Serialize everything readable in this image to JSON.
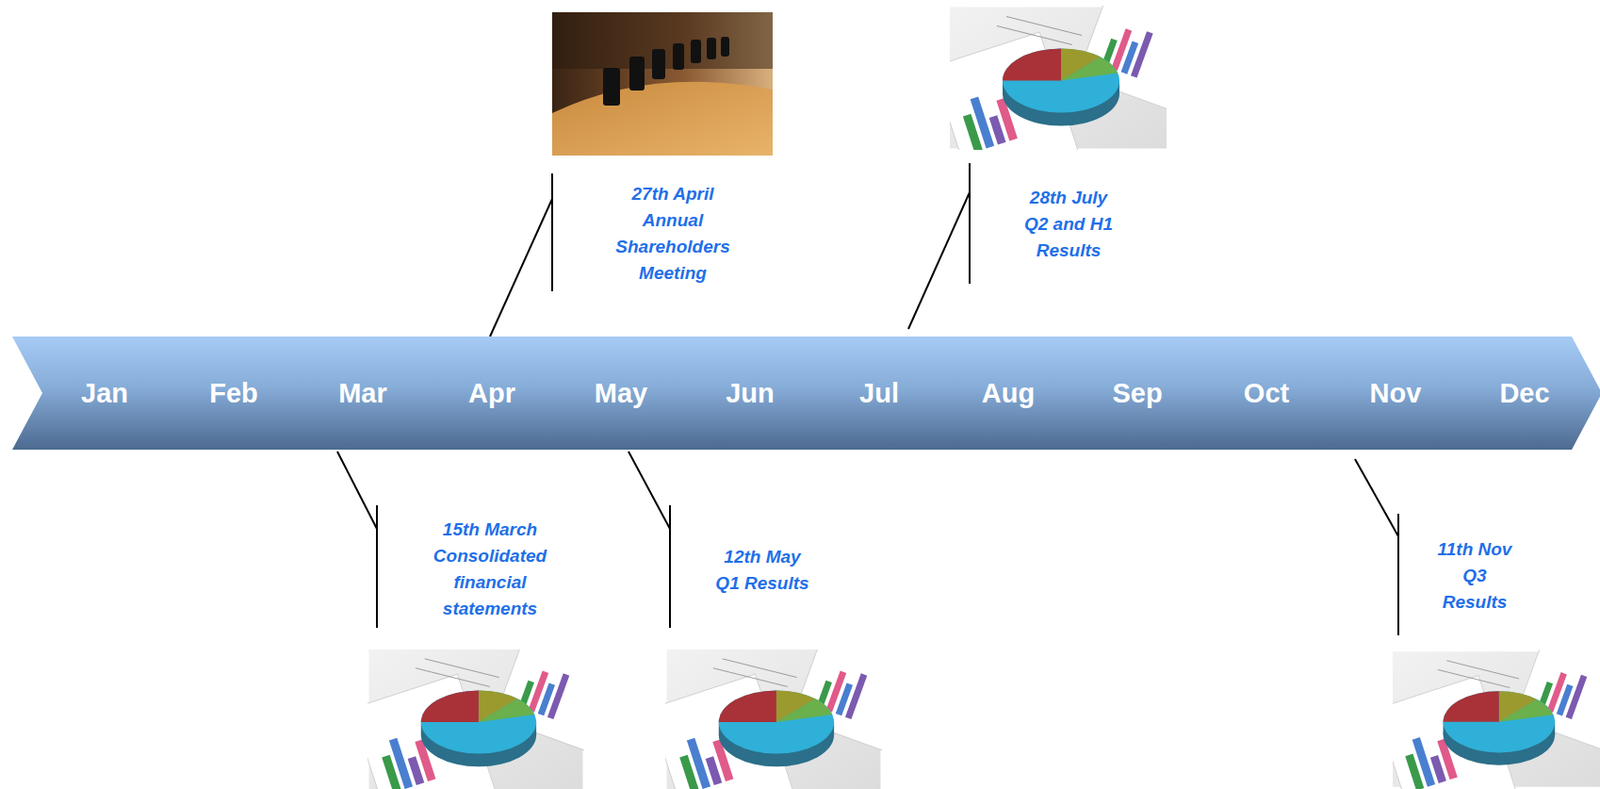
{
  "diagram": {
    "nodes": [
      {
        "text": [
          "Jan"
        ]
      },
      {
        "text": [
          "Feb"
        ]
      },
      {
        "text": [
          "Mar"
        ]
      },
      {
        "text": [
          "Apr"
        ]
      },
      {
        "text": [
          "May"
        ]
      },
      {
        "text": [
          "Jun"
        ]
      },
      {
        "text": [
          "Jul"
        ]
      },
      {
        "text": [
          "Aug"
        ]
      },
      {
        "text": [
          "Sep"
        ]
      },
      {
        "text": [
          "Oct"
        ]
      },
      {
        "text": [
          "Nov"
        ]
      },
      {
        "text": [
          "Dec"
        ]
      }
    ],
    "labels": [
      "15th March Consolidated financial statements",
      "27th April Annual Shareholders Meeting",
      "12th May Q1 Results",
      "28th July Q2 and H1 Results",
      "11th Nov Q3 Results"
    ]
  }
}
